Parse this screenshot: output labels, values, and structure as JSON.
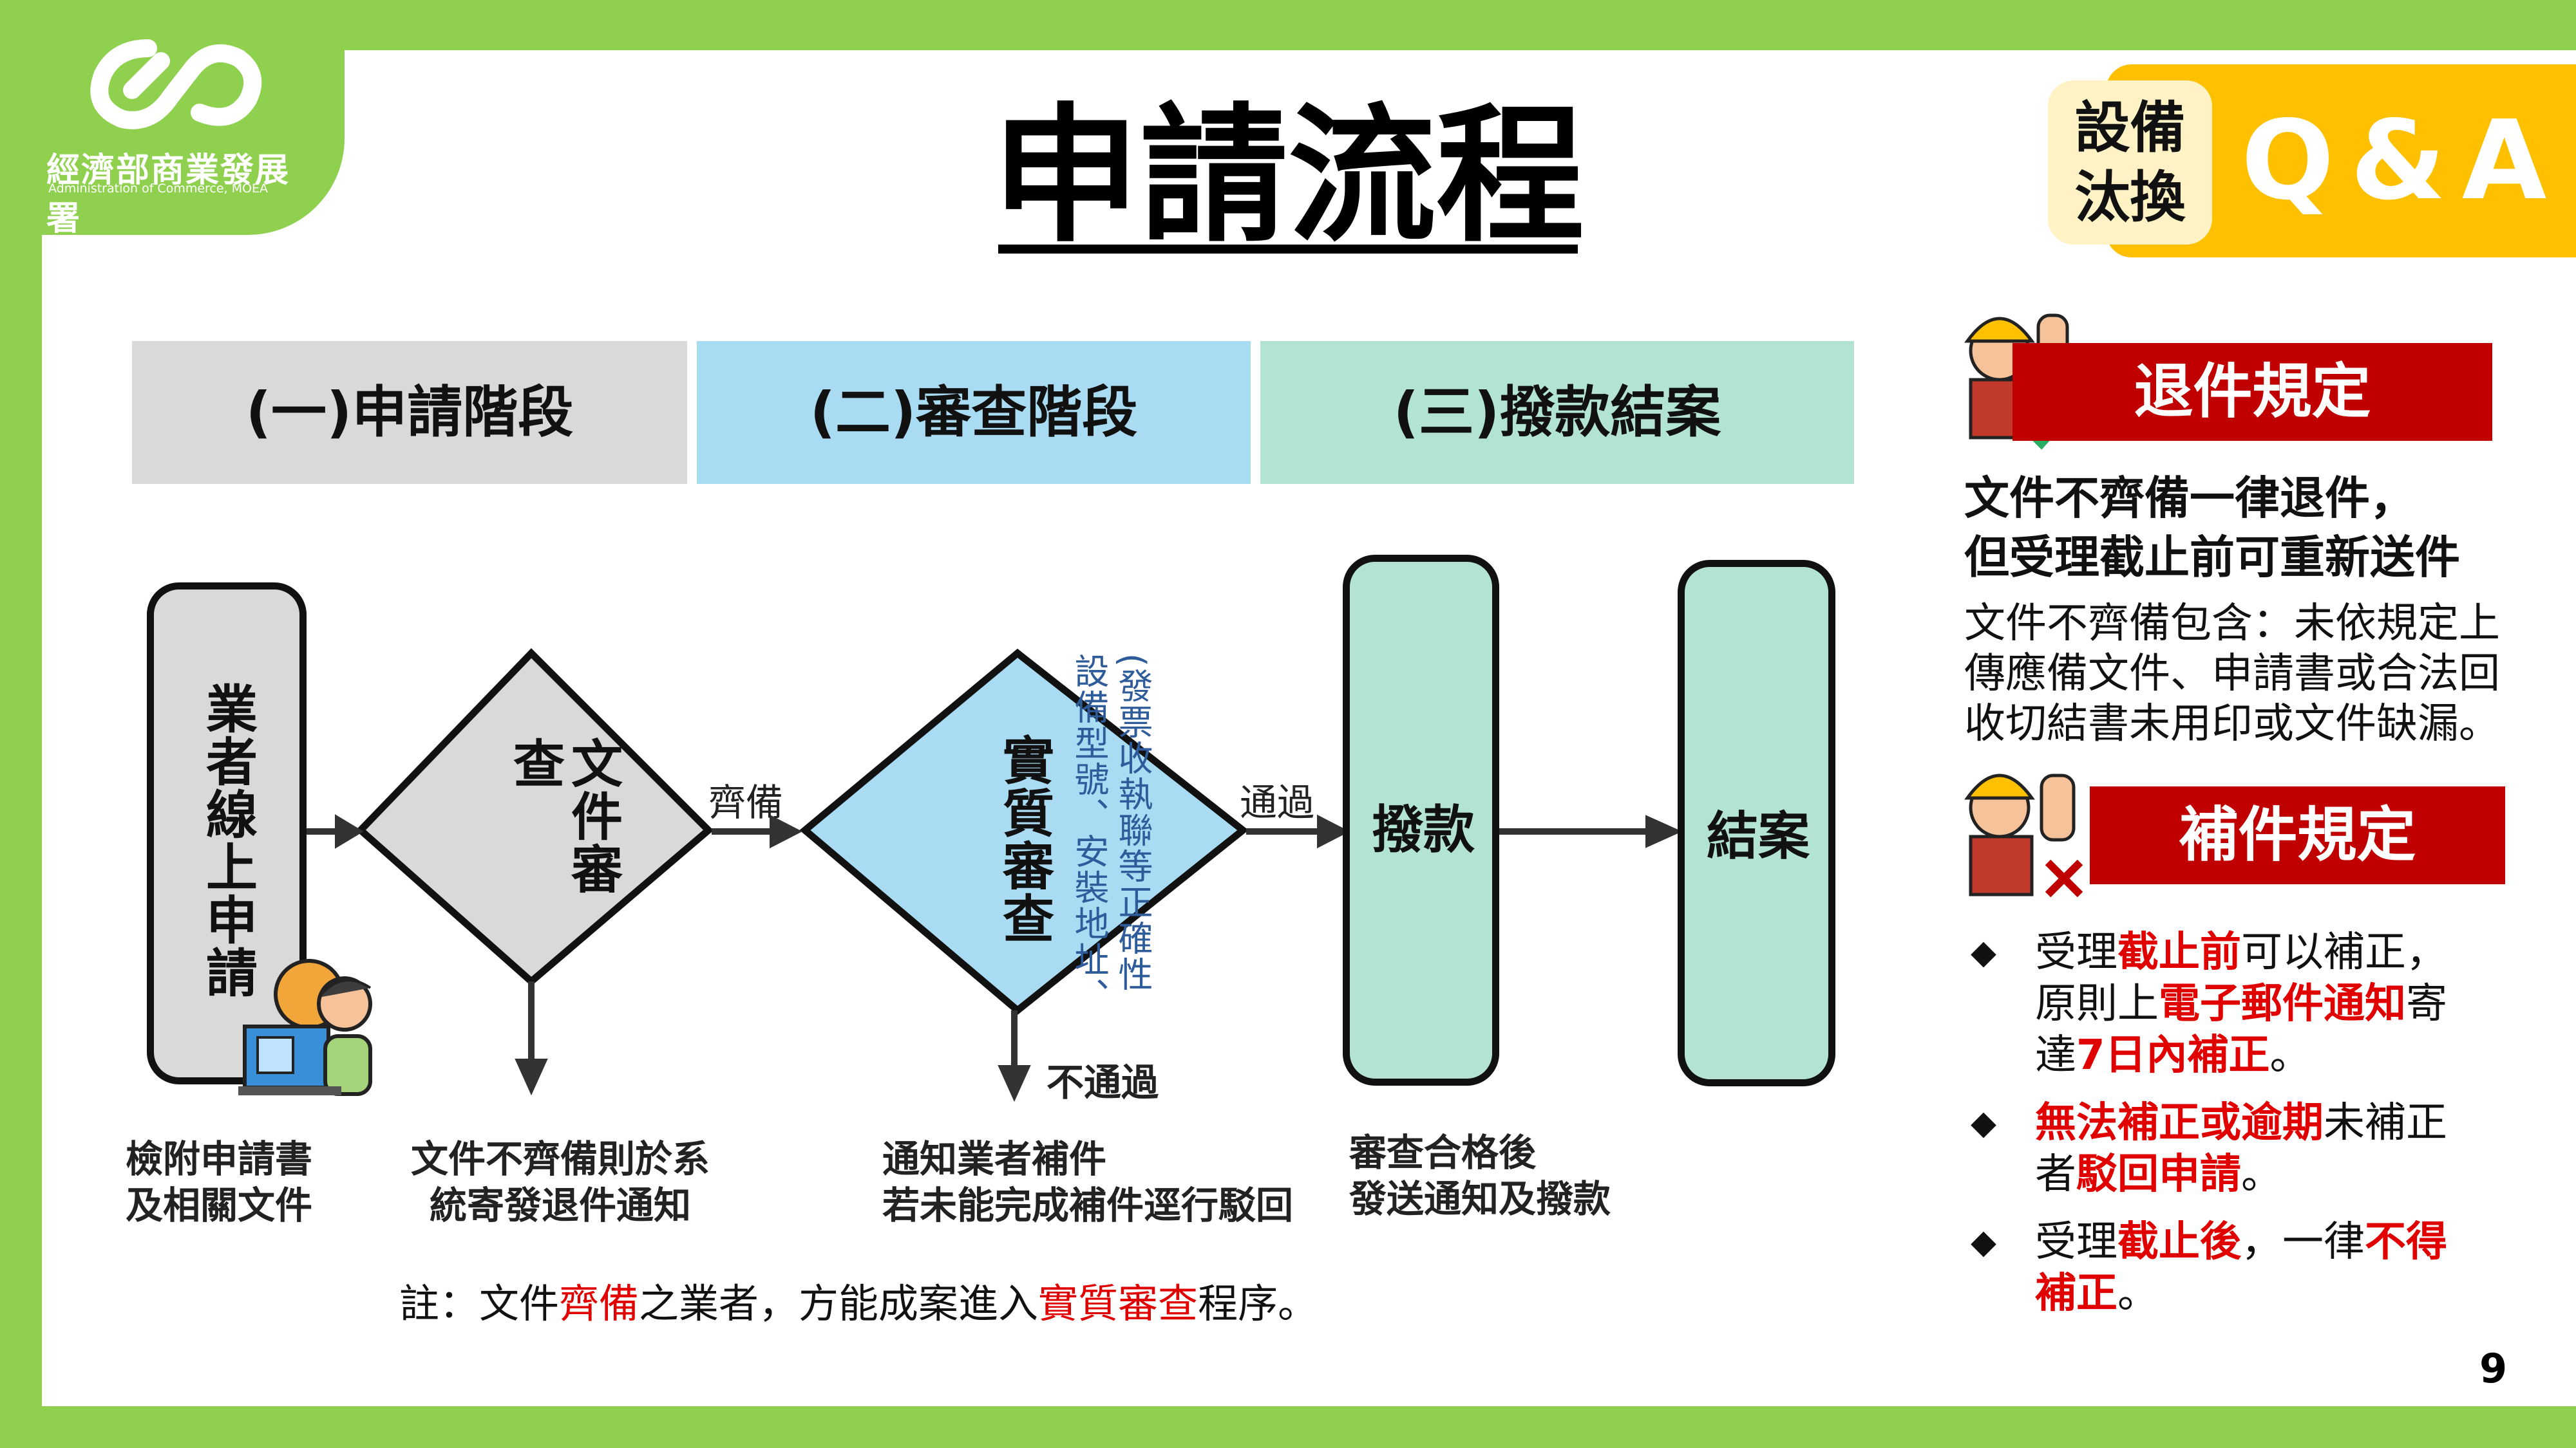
{
  "logo": {
    "cn": "經濟部商業發展署",
    "en": "Administration of Commerce, MOEA"
  },
  "title": "申請流程",
  "badge": {
    "line1": "設備",
    "line2": "汰換",
    "qa": "Q&A"
  },
  "stages": [
    "(一)申請階段",
    "(二)審查階段",
    "(三)撥款結案"
  ],
  "flow": {
    "apply": "業者線上申請",
    "doc_review": "文件審查",
    "substantive_review": "實質審查",
    "payment": "撥款",
    "close": "結案",
    "label_complete": "齊備",
    "label_pass": "通過",
    "label_fail": "不通過",
    "side_note": "(發票收執聯等正確性設備型號、安裝地址、"
  },
  "desc": {
    "apply": [
      "檢附申請書",
      "及相關文件"
    ],
    "doc": [
      "文件不齊備則於系",
      "統寄發退件通知"
    ],
    "review": [
      "通知業者補件",
      "若未能完成補件逕行駁回"
    ],
    "pay": [
      "審查合格後",
      "發送通知及撥款"
    ]
  },
  "note": {
    "p1": "註：文件",
    "r1": "齊備",
    "p2": "之業者，方能成案進入",
    "r2": "實質審查",
    "p3": "程序。"
  },
  "return_rule": {
    "title": "退件規定",
    "head": [
      "文件不齊備一律退件，",
      "但受理截止前可重新送件"
    ],
    "body": [
      "文件不齊備包含：未依規定上",
      "傳應備文件、申請書或合法回",
      "收切結書未用印或文件缺漏。"
    ]
  },
  "supplement_rule": {
    "title": "補件規定",
    "b1": {
      "a": "受理",
      "b": "截止前",
      "c": "可以補正，",
      "d": "原則上",
      "e": "電子郵件通知",
      "f": "寄",
      "g": "達",
      "h": "7日內補正",
      "i": "。"
    },
    "b2": {
      "a": "無法補正或逾期",
      "b": "未補正",
      "c": "者",
      "d": "駁回申請",
      "e": "。"
    },
    "b3": {
      "a": "受理",
      "b": "截止後",
      "c": "，一律",
      "d": "不得",
      "e": "補正",
      "f": "。"
    }
  },
  "page_number": "9",
  "colors": {
    "green": "#8fd14f",
    "gray": "#d9d9d9",
    "blue": "#a9dcf3",
    "teal": "#b3e3d3",
    "red": "#c00000",
    "yellow": "#ffc000"
  }
}
